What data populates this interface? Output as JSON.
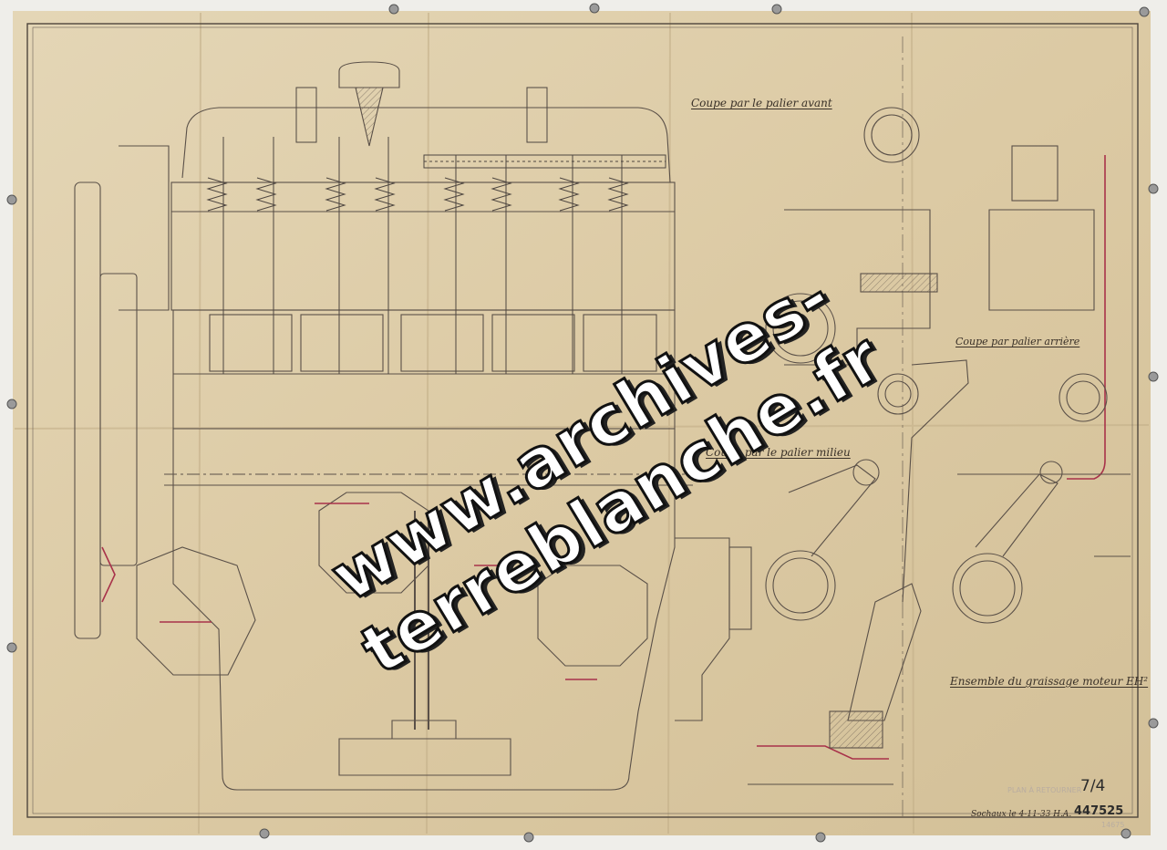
{
  "drawing": {
    "label_front_bearing": "Coupe par le palier avant",
    "label_rear_bearing": "Coupe par palier arrière",
    "label_middle_bearing": "Coupe par le palier milieu",
    "title": "Ensemble du graissage moteur EH²",
    "sheet_number": "7/4",
    "drawing_number": "447525",
    "signature": "Sochaux le 4-11-33 H.A.",
    "faint_stamp": "PLAN À RETOURNER",
    "faint_number": "14675"
  },
  "watermark": {
    "text": "www.archives-terreblanche.fr"
  },
  "colors": {
    "paper": "#dccda9",
    "paper_dark": "#c9b68f",
    "ink": "#5a5048",
    "accent_red": "#a8324a",
    "background": "#efeeea"
  }
}
